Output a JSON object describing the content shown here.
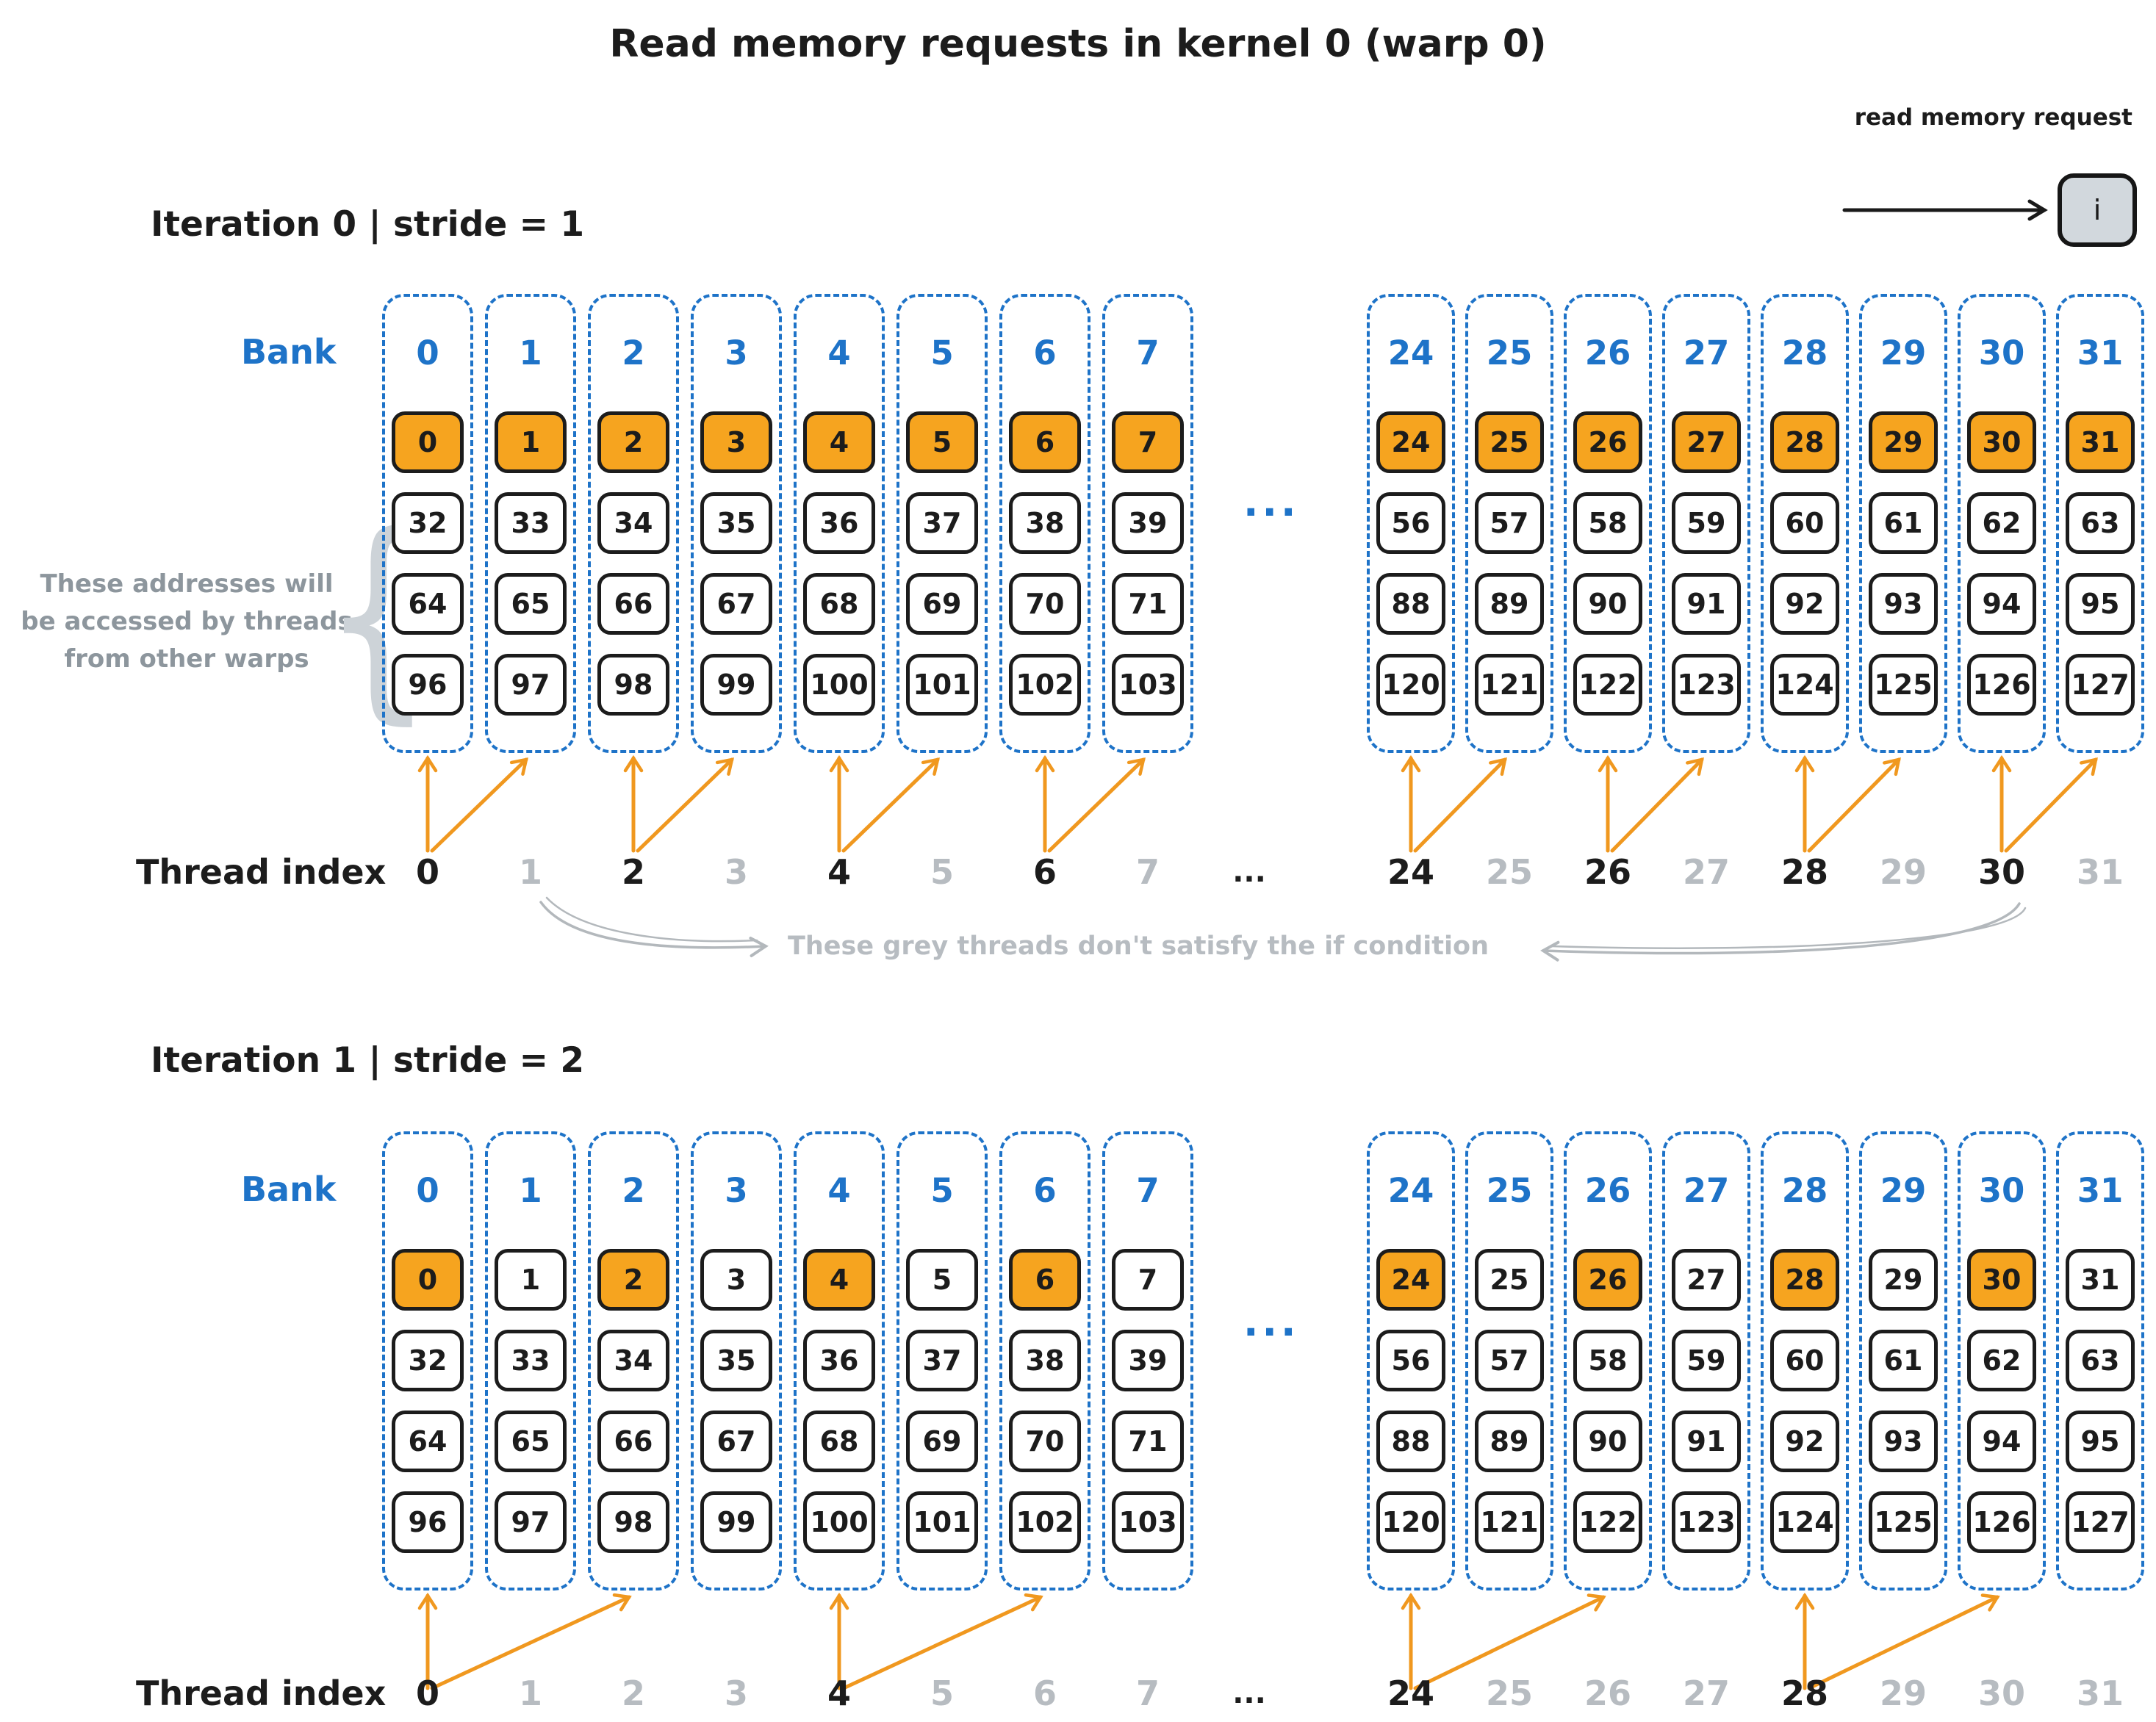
{
  "title": "Read memory requests in kernel 0 (warp 0)",
  "legend": {
    "label": "read memory request",
    "box_text": "i"
  },
  "bank_label": "Bank",
  "thread_label": "Thread index",
  "ellipsis": "...",
  "left_note": {
    "lines": [
      "These addresses will",
      "be accessed by threads",
      "from other warps"
    ]
  },
  "grey_note": "These grey threads don't satisfy the if condition",
  "brace_glyph": "{",
  "colors": {
    "blue": "#1e73c8",
    "orange": "#f6a41f",
    "arrow_orange": "#f0981f",
    "ink": "#1c1c1c",
    "note_grey": "#8d969d",
    "muted_grey": "#b7bcc1",
    "grey_arrow": "#b3b8bc",
    "brace_grey": "#cdd3d8",
    "legend_box_fill": "#d2d8dd"
  },
  "iterations": [
    {
      "heading": "Iteration 0 | stride = 1",
      "stride": 1,
      "groups": [
        {
          "banks": [
            {
              "id": "0",
              "highlight": true,
              "cells": [
                "0",
                "32",
                "64",
                "96"
              ]
            },
            {
              "id": "1",
              "highlight": true,
              "cells": [
                "1",
                "33",
                "65",
                "97"
              ]
            },
            {
              "id": "2",
              "highlight": true,
              "cells": [
                "2",
                "34",
                "66",
                "98"
              ]
            },
            {
              "id": "3",
              "highlight": true,
              "cells": [
                "3",
                "35",
                "67",
                "99"
              ]
            },
            {
              "id": "4",
              "highlight": true,
              "cells": [
                "4",
                "36",
                "68",
                "100"
              ]
            },
            {
              "id": "5",
              "highlight": true,
              "cells": [
                "5",
                "37",
                "69",
                "101"
              ]
            },
            {
              "id": "6",
              "highlight": true,
              "cells": [
                "6",
                "38",
                "70",
                "102"
              ]
            },
            {
              "id": "7",
              "highlight": true,
              "cells": [
                "7",
                "39",
                "71",
                "103"
              ]
            }
          ]
        },
        {
          "banks": [
            {
              "id": "24",
              "highlight": true,
              "cells": [
                "24",
                "56",
                "88",
                "120"
              ]
            },
            {
              "id": "25",
              "highlight": true,
              "cells": [
                "25",
                "57",
                "89",
                "121"
              ]
            },
            {
              "id": "26",
              "highlight": true,
              "cells": [
                "26",
                "58",
                "90",
                "122"
              ]
            },
            {
              "id": "27",
              "highlight": true,
              "cells": [
                "27",
                "59",
                "91",
                "123"
              ]
            },
            {
              "id": "28",
              "highlight": true,
              "cells": [
                "28",
                "60",
                "92",
                "124"
              ]
            },
            {
              "id": "29",
              "highlight": true,
              "cells": [
                "29",
                "61",
                "93",
                "125"
              ]
            },
            {
              "id": "30",
              "highlight": true,
              "cells": [
                "30",
                "62",
                "94",
                "126"
              ]
            },
            {
              "id": "31",
              "highlight": true,
              "cells": [
                "31",
                "63",
                "95",
                "127"
              ]
            }
          ]
        }
      ],
      "threads": [
        [
          {
            "t": "0",
            "active": true
          },
          {
            "t": "1",
            "active": false
          },
          {
            "t": "2",
            "active": true
          },
          {
            "t": "3",
            "active": false
          },
          {
            "t": "4",
            "active": true
          },
          {
            "t": "5",
            "active": false
          },
          {
            "t": "6",
            "active": true
          },
          {
            "t": "7",
            "active": false
          }
        ],
        [
          {
            "t": "24",
            "active": true
          },
          {
            "t": "25",
            "active": false
          },
          {
            "t": "26",
            "active": true
          },
          {
            "t": "27",
            "active": false
          },
          {
            "t": "28",
            "active": true
          },
          {
            "t": "29",
            "active": false
          },
          {
            "t": "30",
            "active": true
          },
          {
            "t": "31",
            "active": false
          }
        ]
      ]
    },
    {
      "heading": "Iteration 1 | stride = 2",
      "stride": 2,
      "groups": [
        {
          "banks": [
            {
              "id": "0",
              "highlight": true,
              "cells": [
                "0",
                "32",
                "64",
                "96"
              ]
            },
            {
              "id": "1",
              "highlight": false,
              "cells": [
                "1",
                "33",
                "65",
                "97"
              ]
            },
            {
              "id": "2",
              "highlight": true,
              "cells": [
                "2",
                "34",
                "66",
                "98"
              ]
            },
            {
              "id": "3",
              "highlight": false,
              "cells": [
                "3",
                "35",
                "67",
                "99"
              ]
            },
            {
              "id": "4",
              "highlight": true,
              "cells": [
                "4",
                "36",
                "68",
                "100"
              ]
            },
            {
              "id": "5",
              "highlight": false,
              "cells": [
                "5",
                "37",
                "69",
                "101"
              ]
            },
            {
              "id": "6",
              "highlight": true,
              "cells": [
                "6",
                "38",
                "70",
                "102"
              ]
            },
            {
              "id": "7",
              "highlight": false,
              "cells": [
                "7",
                "39",
                "71",
                "103"
              ]
            }
          ]
        },
        {
          "banks": [
            {
              "id": "24",
              "highlight": true,
              "cells": [
                "24",
                "56",
                "88",
                "120"
              ]
            },
            {
              "id": "25",
              "highlight": false,
              "cells": [
                "25",
                "57",
                "89",
                "121"
              ]
            },
            {
              "id": "26",
              "highlight": true,
              "cells": [
                "26",
                "58",
                "90",
                "122"
              ]
            },
            {
              "id": "27",
              "highlight": false,
              "cells": [
                "27",
                "59",
                "91",
                "123"
              ]
            },
            {
              "id": "28",
              "highlight": true,
              "cells": [
                "28",
                "60",
                "92",
                "124"
              ]
            },
            {
              "id": "29",
              "highlight": false,
              "cells": [
                "29",
                "61",
                "93",
                "125"
              ]
            },
            {
              "id": "30",
              "highlight": true,
              "cells": [
                "30",
                "62",
                "94",
                "126"
              ]
            },
            {
              "id": "31",
              "highlight": false,
              "cells": [
                "31",
                "63",
                "95",
                "127"
              ]
            }
          ]
        }
      ],
      "threads": [
        [
          {
            "t": "0",
            "active": true
          },
          {
            "t": "1",
            "active": false
          },
          {
            "t": "2",
            "active": false
          },
          {
            "t": "3",
            "active": false
          },
          {
            "t": "4",
            "active": true
          },
          {
            "t": "5",
            "active": false
          },
          {
            "t": "6",
            "active": false
          },
          {
            "t": "7",
            "active": false
          }
        ],
        [
          {
            "t": "24",
            "active": true
          },
          {
            "t": "25",
            "active": false
          },
          {
            "t": "26",
            "active": false
          },
          {
            "t": "27",
            "active": false
          },
          {
            "t": "28",
            "active": true
          },
          {
            "t": "29",
            "active": false
          },
          {
            "t": "30",
            "active": false
          },
          {
            "t": "31",
            "active": false
          }
        ]
      ]
    }
  ]
}
